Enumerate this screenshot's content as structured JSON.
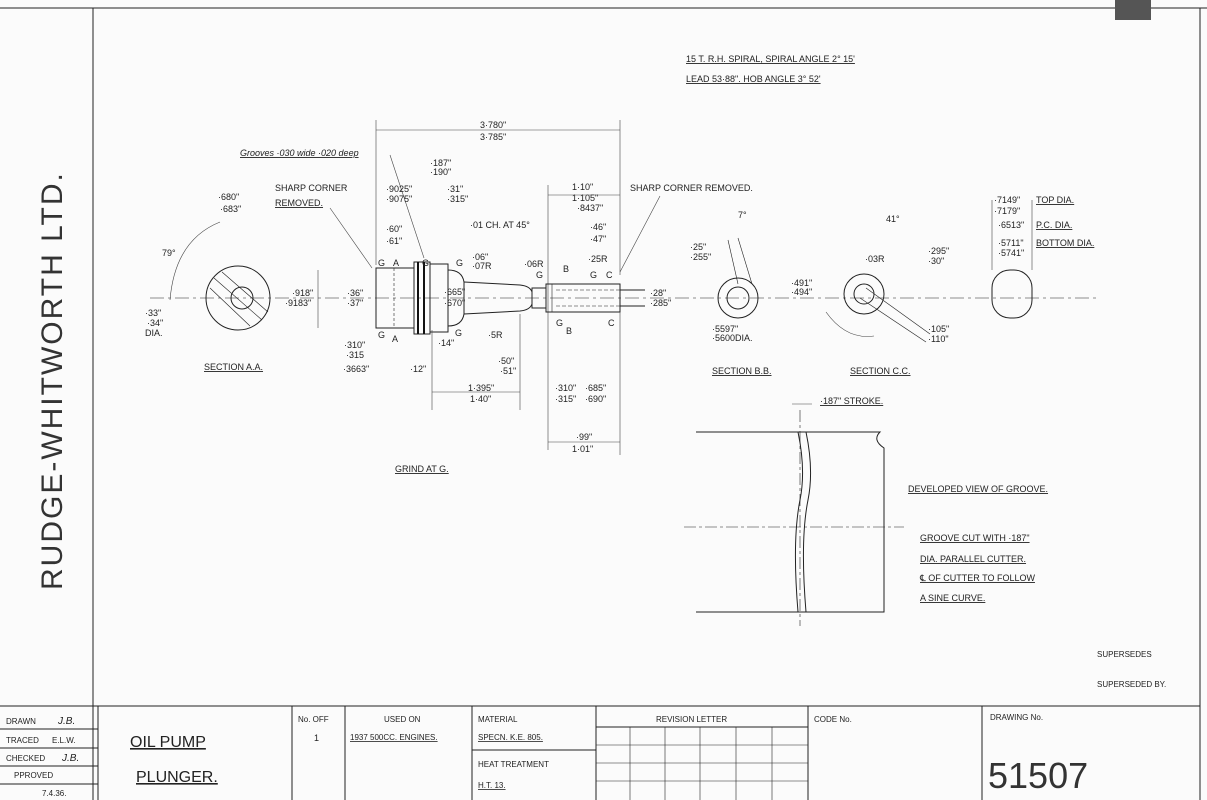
{
  "company": "RUDGE-WHITWORTH LTD.",
  "notes": {
    "spiral": "15 T. R.H. SPIRAL, SPIRAL ANGLE 2° 15'",
    "lead": "LEAD 53·88\". HOB ANGLE 3° 52'",
    "grooves": "Grooves ·030 wide ·020 deep",
    "sharp_corner_left": [
      "SHARP CORNER",
      "REMOVED."
    ],
    "sharp_corner_right": "SHARP CORNER REMOVED.",
    "chamfer": "·01 CH. AT 45°",
    "grind": "GRIND AT G.",
    "stroke": "·187\" STROKE.",
    "developed_view": "DEVELOPED VIEW OF GROOVE.",
    "groove_cut": [
      "GROOVE CUT WITH ·187\"",
      "DIA. PARALLEL CUTTER.",
      "℄ OF CUTTER TO FOLLOW",
      "A SINE CURVE."
    ],
    "supersedes": "SUPERSEDES",
    "superseded_by": "SUPERSEDED BY."
  },
  "dimensions": {
    "overall": [
      "3·780\"",
      "3·785\""
    ],
    "d9025": [
      "·9025\"",
      "·9075\""
    ],
    "d187": [
      "·187\"",
      "·190\""
    ],
    "d31": [
      "·31\"",
      "·315\""
    ],
    "d60": [
      "·60\"",
      "·61\""
    ],
    "d918": [
      "·918\"",
      "·9183\""
    ],
    "d36": [
      "·36\"",
      "·37\""
    ],
    "d665": [
      "·665\"",
      "·670\""
    ],
    "d06R": [
      "·06\"",
      "·07R"
    ],
    "d06R2": "·06R",
    "d110": [
      "1·10\"",
      "1·105\"",
      "·8437\""
    ],
    "d46": [
      "·46\"",
      "·47\""
    ],
    "d25R": "·25R",
    "d28": [
      "·28\"",
      "·285\""
    ],
    "d310a": [
      "·310\"",
      "·315"
    ],
    "d3663": "·3663\"",
    "d12": "·12\"",
    "d14": "·14\"",
    "d5R": "·5R",
    "d50": [
      "·50\"",
      "·51\""
    ],
    "d1395": [
      "1·395\"",
      "1·40\""
    ],
    "d310b": [
      "·310\"",
      "·315\""
    ],
    "d685": [
      "·685\"",
      "·690\""
    ],
    "d99": [
      "·99\"",
      "1·01\""
    ],
    "d680": [
      "·680\"",
      "·683\""
    ],
    "d79": "79°",
    "d33": [
      "·33\"",
      "·34\"",
      "DIA."
    ],
    "d7": "7°",
    "d25": [
      "·25\"",
      "·255\""
    ],
    "d491": [
      "·491\"",
      "·494\""
    ],
    "d5597": [
      "·5597\"",
      "·5600DIA."
    ],
    "d41": "41°",
    "d03R": "·03R",
    "d295": [
      "·295\"",
      "·30\""
    ],
    "d105": [
      "·105\"",
      "·110\""
    ],
    "d7149": [
      "·7149\"",
      "·7179\""
    ],
    "d6513": "·6513\"",
    "d5711": [
      "·5711\"",
      "·5741\""
    ],
    "top_dia": "TOP DIA.",
    "pc_dia": "P.C. DIA.",
    "bottom_dia": "BOTTOM DIA."
  },
  "markers": {
    "G": "G",
    "A": "A",
    "B": "B",
    "C": "C"
  },
  "sections": {
    "aa": "SECTION A.A.",
    "bb": "SECTION B.B.",
    "cc": "SECTION C.C."
  },
  "title_block": {
    "drawn_label": "DRAWN",
    "drawn_value": "J.B.",
    "traced_label": "TRACED",
    "traced_value": "E.L.W.",
    "checked_label": "CHECKED",
    "checked_value": "J.B.",
    "approved_label": "PPROVED",
    "date": "7.4.36.",
    "title_line1": "OIL PUMP",
    "title_line2": "PLUNGER.",
    "no_off_label": "No. OFF",
    "no_off_value": "1",
    "used_on_label": "USED ON",
    "used_on_value": "1937 500CC. ENGINES.",
    "material_label": "MATERIAL",
    "material_value": "SPECN. K.E. 805.",
    "heat_label": "HEAT TREATMENT",
    "heat_value": "H.T. 13.",
    "revision_label": "REVISION LETTER",
    "code_label": "CODE No.",
    "drawing_label": "DRAWING No.",
    "drawing_value": "51507"
  }
}
